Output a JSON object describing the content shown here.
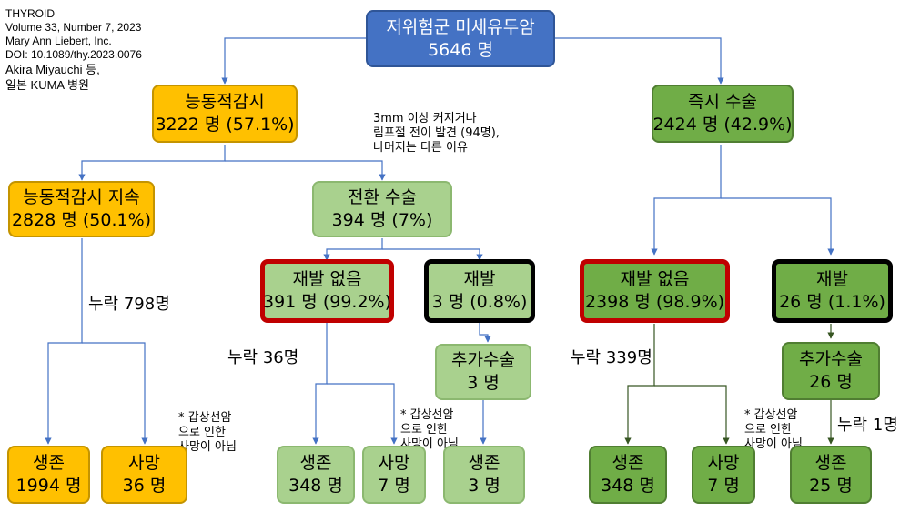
{
  "source": {
    "journal": "THYROID",
    "volume": "Volume 33, Number 7, 2023",
    "publisher": "Mary Ann Liebert, Inc.",
    "doi": "DOI: 10.1089/thy.2023.0076",
    "authors": "Akira Miyauchi 등,",
    "institution": "일본 KUMA 병원"
  },
  "nodes": {
    "root": {
      "title": "저위험군 미세유두암",
      "count": "5646 명"
    },
    "active_surveillance": {
      "title": "능동적감시",
      "count": "3222 명 (57.1%)"
    },
    "immediate_surgery": {
      "title": "즉시 수술",
      "count": "2424 명 (42.9%)"
    },
    "surveillance_continued": {
      "title": "능동적감시 지속",
      "count": "2828 명 (50.1%)"
    },
    "conversion_surgery": {
      "title": "전환 수술",
      "count": "394 명 (7%)"
    },
    "conv_no_recurrence": {
      "title": "재발 없음",
      "count": "391 명 (99.2%)"
    },
    "conv_recurrence": {
      "title": "재발",
      "count": "3 명 (0.8%)"
    },
    "conv_additional_surgery": {
      "title": "추가수술",
      "count": "3 명"
    },
    "imm_no_recurrence": {
      "title": "재발 없음",
      "count": "2398 명 (98.9%)"
    },
    "imm_recurrence": {
      "title": "재발",
      "count": "26 명 (1.1%)"
    },
    "imm_additional_surgery": {
      "title": "추가수술",
      "count": "26 명"
    },
    "as_survival": {
      "title": "생존",
      "count": "1994 명"
    },
    "as_death": {
      "title": "사망",
      "count": "36 명"
    },
    "conv_survival": {
      "title": "생존",
      "count": "348 명"
    },
    "conv_death": {
      "title": "사망",
      "count": "7 명"
    },
    "conv_add_survival": {
      "title": "생존",
      "count": "3 명"
    },
    "imm_survival": {
      "title": "생존",
      "count": "348 명"
    },
    "imm_death": {
      "title": "사망",
      "count": "7 명"
    },
    "imm_add_survival": {
      "title": "생존",
      "count": "25 명"
    }
  },
  "annotations": {
    "conversion_reason": [
      "3mm 이상 커지거나",
      "림프절 전이 발견 (94명),",
      "나머지는 다른 이유"
    ],
    "missing_as": "누락 798명",
    "missing_conv": "누락 36명",
    "missing_imm": "누락 339명",
    "missing_imm_add": "누락 1명",
    "death_note": [
      "* 갑상선암",
      "으로 인한",
      "사망이 아님"
    ]
  },
  "colors": {
    "root": "#4472c4",
    "active_surveillance": "#ffc000",
    "conversion": "#a9d18e",
    "immediate": "#70ad47",
    "highlight_red": "#c00000",
    "highlight_black": "#000000",
    "connector_blue": "#4472c4",
    "connector_green": "#375623"
  }
}
